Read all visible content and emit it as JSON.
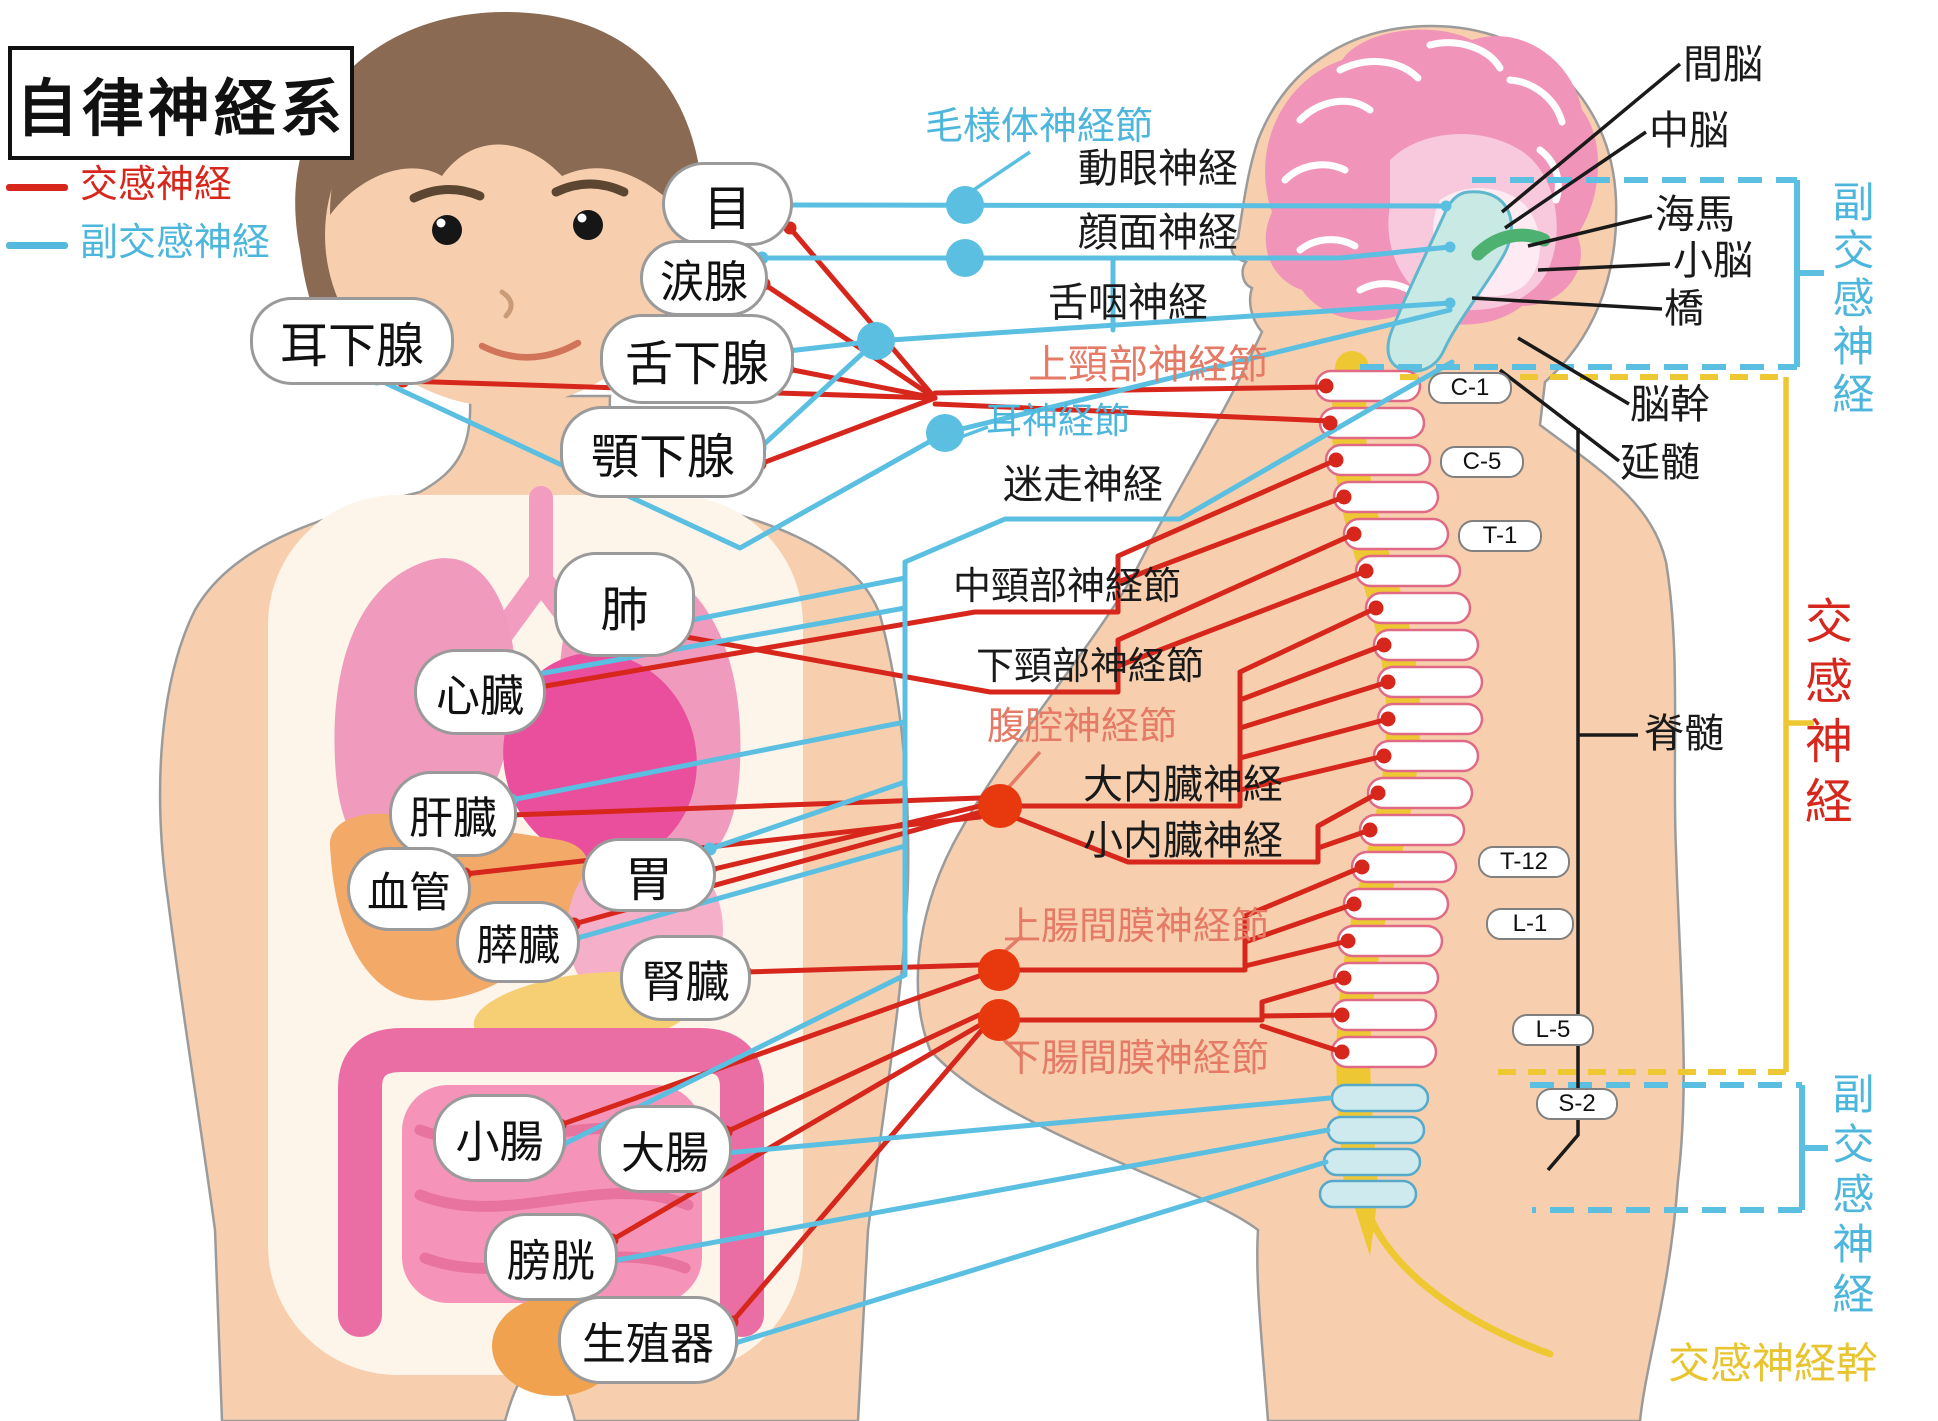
{
  "title": "自律神経系",
  "legend": [
    {
      "id": "sympathetic",
      "label": "交感神経",
      "color": "#d7261b"
    },
    {
      "id": "parasympathetic",
      "label": "副交感神経",
      "color": "#54b9dc"
    }
  ],
  "colors": {
    "sympathetic_line": "#d7261b",
    "parasympathetic_line": "#5bbfe2",
    "ganglion_text": "#e57a66",
    "sympathetic_trunk": "#eec832"
  },
  "organs": {
    "eye": "目",
    "lacrimal": "涙腺",
    "parotid": "耳下腺",
    "sublingual": "舌下腺",
    "submandibular": "顎下腺",
    "lung": "肺",
    "heart": "心臓",
    "liver": "肝臓",
    "blood_vessel": "血管",
    "stomach": "胃",
    "pancreas": "膵臓",
    "kidney": "腎臓",
    "small_intestine": "小腸",
    "large_intestine": "大腸",
    "bladder": "膀胱",
    "genitals": "生殖器"
  },
  "nerves": {
    "ciliary_ganglion": "毛様体神経節",
    "oculomotor": "動眼神経",
    "facial": "顔面神経",
    "glossopharyngeal": "舌咽神経",
    "superior_cervical_ganglion": "上頸部神経節",
    "otic_ganglion": "耳神経節",
    "vagus": "迷走神経",
    "middle_cervical_ganglion": "中頸部神経節",
    "inferior_cervical_ganglion": "下頸部神経節",
    "celiac_ganglion": "腹腔神経節",
    "greater_splanchnic": "大内臓神経",
    "lesser_splanchnic": "小内臓神経",
    "superior_mesenteric_ganglion": "上腸間膜神経節",
    "inferior_mesenteric_ganglion": "下腸間膜神経節"
  },
  "brain": {
    "diencephalon": "間脳",
    "midbrain": "中脳",
    "hippocampus": "海馬",
    "cerebellum": "小脳",
    "pons": "橋",
    "brainstem": "脳幹",
    "medulla": "延髄",
    "spinal_cord": "脊髄"
  },
  "vertebrae": {
    "c1": "C-1",
    "c5": "C-5",
    "t1": "T-1",
    "t12": "T-12",
    "l1": "L-1",
    "l5": "L-5",
    "s2": "S-2"
  },
  "side_labels": {
    "parasympathetic_top": "副交感神経",
    "sympathetic": "交感神経",
    "parasympathetic_bottom": "副交感神経",
    "sympathetic_trunk": "交感神経幹"
  }
}
